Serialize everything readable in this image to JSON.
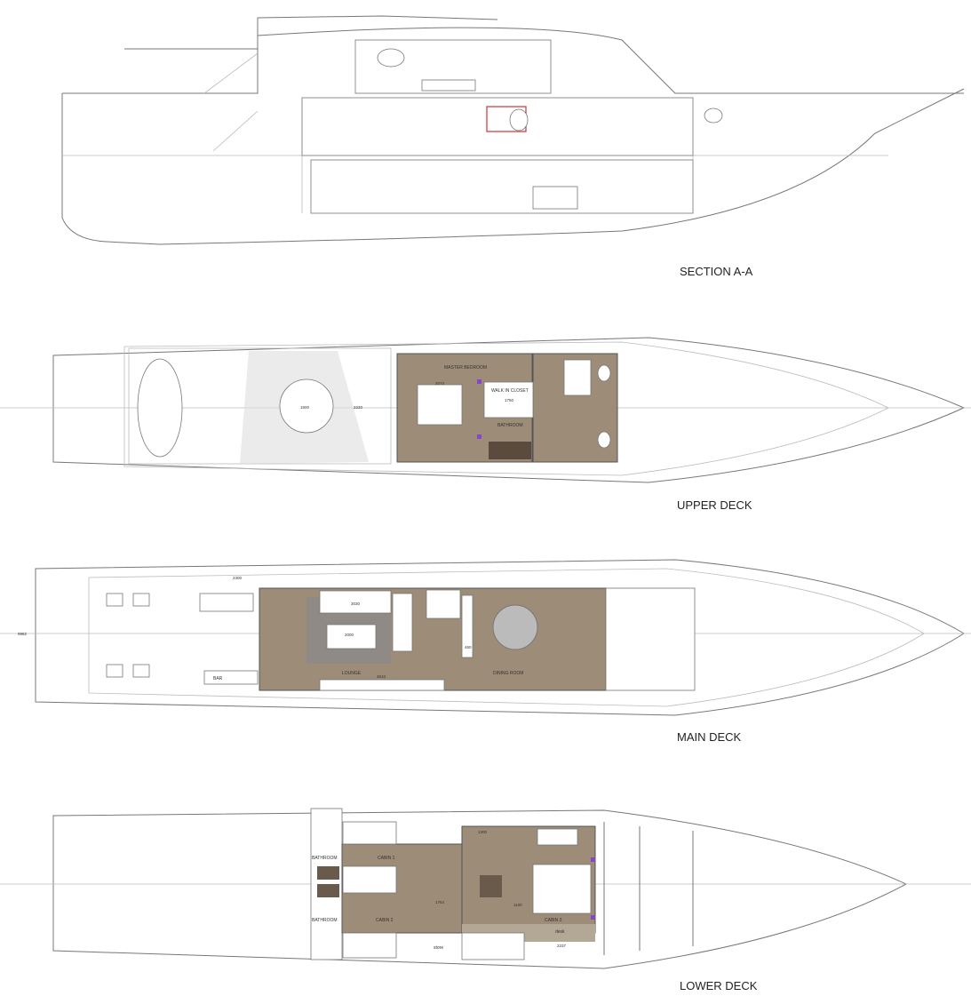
{
  "drawings": {
    "section": {
      "title": "SECTION A-A"
    },
    "upper_deck": {
      "title": "UPPER DECK",
      "rooms": [
        "MASTER BEDROOM",
        "WALK IN CLOSET",
        "BATHROOM"
      ],
      "dimensions": [
        "1600",
        "2220",
        "2074",
        "1750"
      ]
    },
    "main_deck": {
      "title": "MAIN DECK",
      "rooms": [
        "LOUNGE",
        "DINING ROOM",
        "BAR"
      ],
      "dimensions": [
        "2000",
        "3030",
        "4510",
        "460",
        "9982",
        "2300"
      ]
    },
    "lower_deck": {
      "title": "LOWER DECK",
      "rooms": [
        "CABIN 1",
        "CABIN 2",
        "CABIN 3",
        "BATHROOM",
        "BATHROOM",
        "store",
        "desk"
      ],
      "dimensions": [
        "1300",
        "1100",
        "1764",
        "2237"
      ]
    }
  },
  "colors": {
    "floor": "#9c8c78",
    "line": "#777777",
    "highlight": "#cc3333",
    "fixture_marker": "#8844cc"
  }
}
